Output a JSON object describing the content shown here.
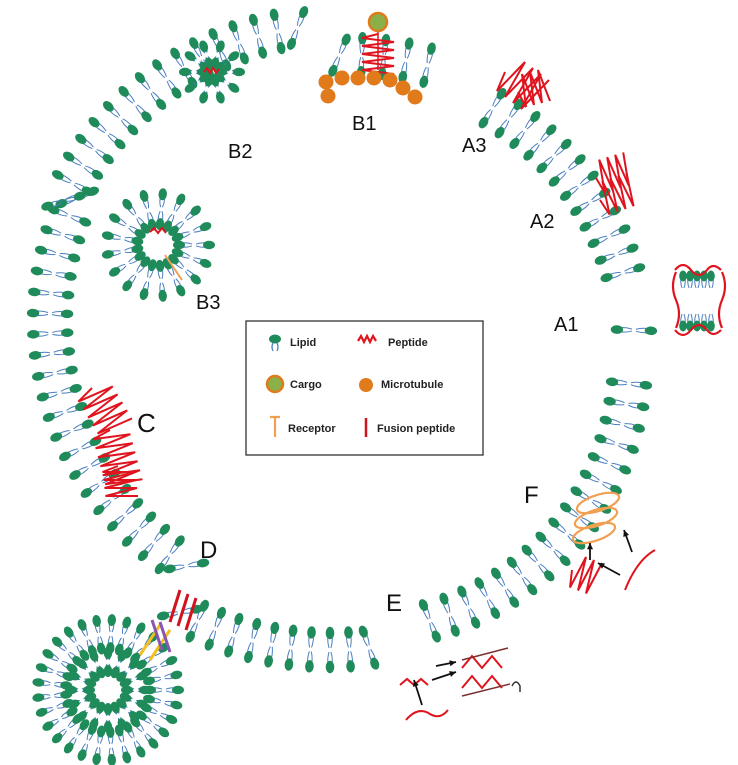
{
  "diagram": {
    "labels": {
      "A1": "A1",
      "A2": "A2",
      "A3": "A3",
      "B1": "B1",
      "B2": "B2",
      "B3": "B3",
      "C": "C",
      "D": "D",
      "E": "E",
      "F": "F"
    },
    "legend": {
      "lipid": "Lipid",
      "peptide": "Peptide",
      "cargo": "Cargo",
      "microtubule": "Microtubule",
      "receptor": "Receptor",
      "fusion_peptide": "Fusion peptide"
    },
    "colors": {
      "lipid_head": "#1f8a5a",
      "lipid_head_dark": "#0f6b40",
      "lipid_tail": "#4a7fbf",
      "peptide": "#e0141e",
      "cargo_fill": "#8ab04a",
      "cargo_ring": "#e07a1a",
      "microtubule": "#e07a1a",
      "receptor": "#f0a050",
      "fusion_peptide": "#d0141e",
      "bundle_purple": "#8a55b0",
      "bundle_yellow": "#f0c020",
      "arrow": "#111111"
    }
  }
}
